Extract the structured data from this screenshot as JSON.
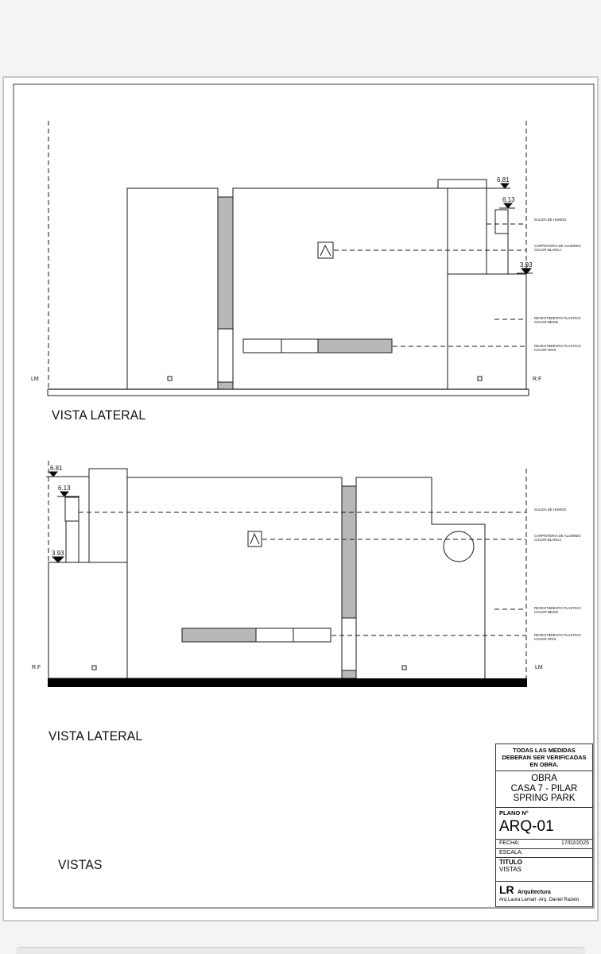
{
  "views": [
    {
      "title": "VISTA LATERAL",
      "level_labels": [
        "6.81",
        "6.13",
        "3.93"
      ],
      "side_left": "LM",
      "side_right": "R.F"
    },
    {
      "title": "VISTA LATERAL",
      "level_labels": [
        "6.81",
        "6.13",
        "3.93"
      ],
      "side_left": "R.F",
      "side_right": "LM"
    }
  ],
  "annotations": {
    "humos": "SALIDA DE HUMOS",
    "carpinteria_1": "CARPINTERIA DE ALUMINIO",
    "carpinteria_2": "COLOR BLANCA",
    "beige_1": "REVESTIMIENTO PLASTICO",
    "beige_2": "COLOR BEIGE",
    "gris_1": "REVESTIMIENTO PLASTICO",
    "gris_2": "COLOR GRIS"
  },
  "sheet_label": "VISTAS",
  "title_block": {
    "note": [
      "TODAS LAS MEDIDAS",
      "DEBERAN SER VERIFICADAS",
      "EN OBRA."
    ],
    "obra": [
      "OBRA",
      "CASA 7 - PILAR",
      "SPRING PARK"
    ],
    "plano_label": "PLANO N°",
    "plano_number": "ARQ-01",
    "fecha_label": "FECHA:",
    "fecha_value": "17/02/2025",
    "escala_label": "ESCALA:",
    "titulo_label": "TITULO",
    "titulo_value": "VISTAS",
    "firm_logo": "LR",
    "firm_name": "Arquitectura",
    "architects": "Arq.Laura Lamari -Arq. Daniel Razeto"
  },
  "colors": {
    "line": "#1a1a1a",
    "fill_gray": "#b8b8b8",
    "base": "#000000"
  }
}
